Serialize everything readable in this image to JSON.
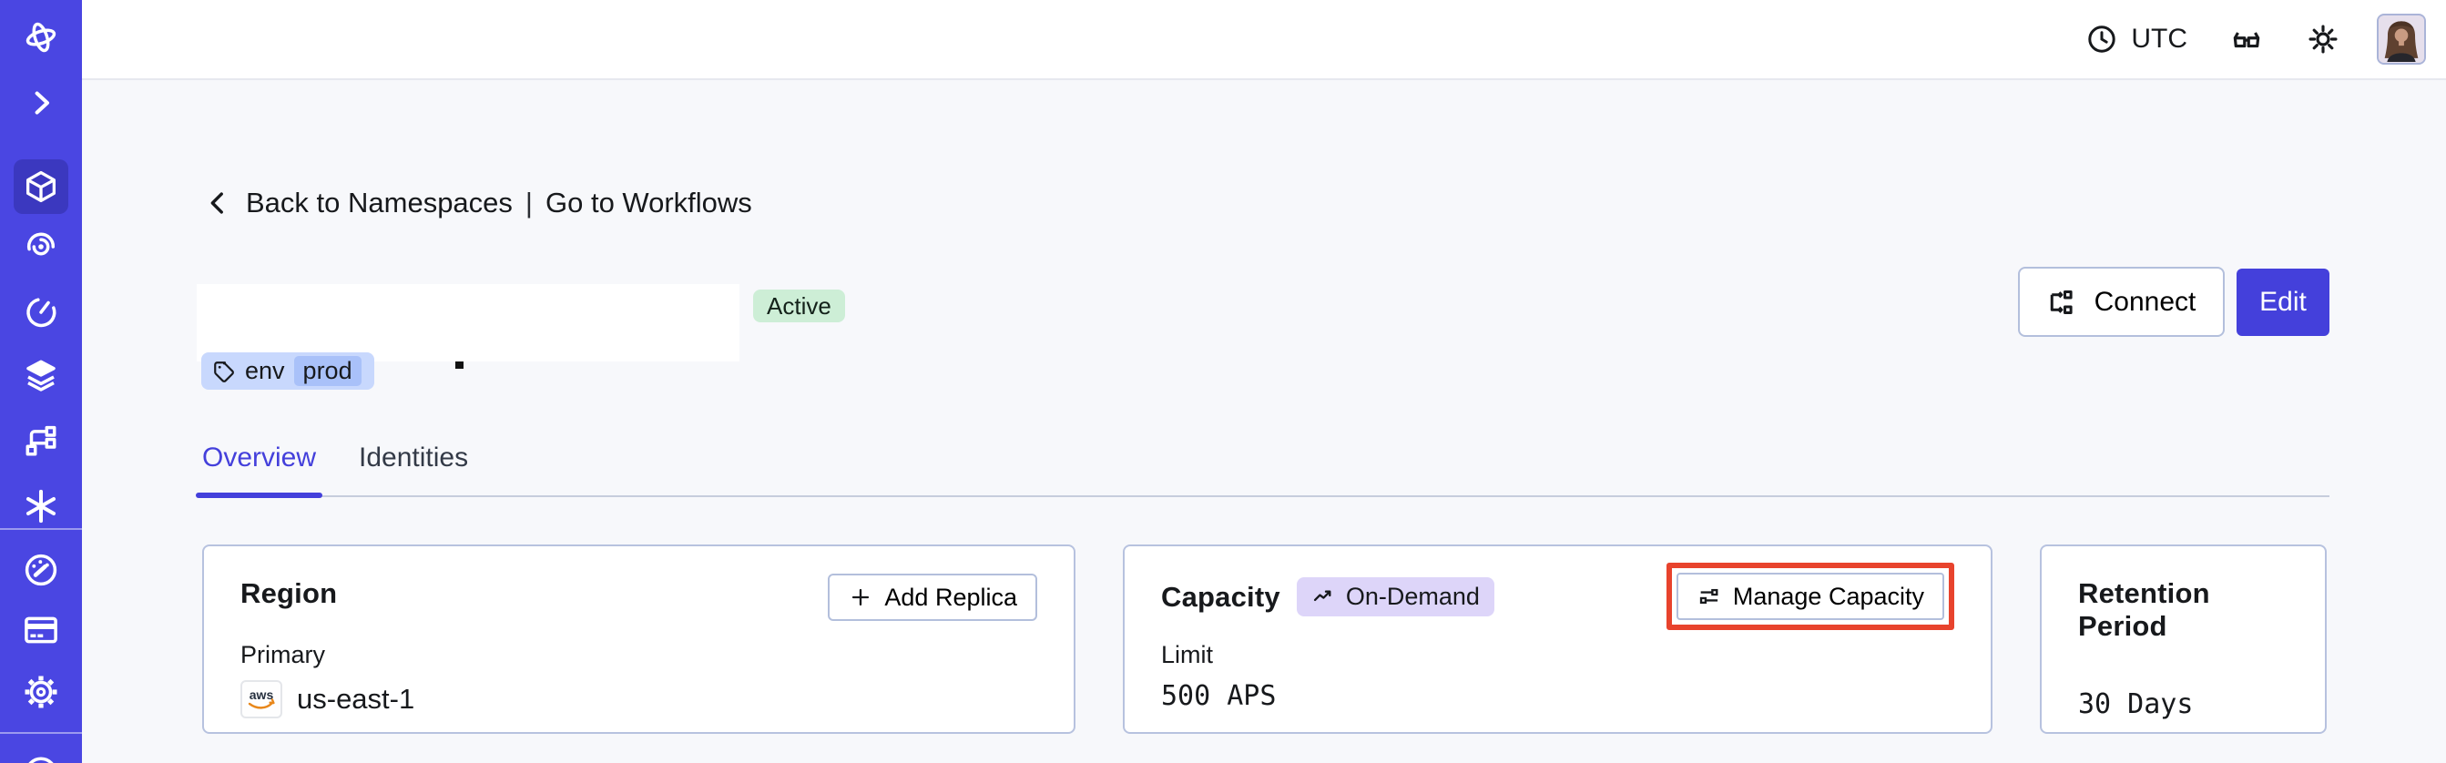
{
  "topbar": {
    "timezone": "UTC",
    "icons": [
      "clock-icon",
      "glasses-icon",
      "sun-icon",
      "avatar"
    ]
  },
  "sidebar": {
    "items": [
      {
        "name": "temporal-logo"
      },
      {
        "name": "expand-chevron"
      },
      {
        "name": "namespaces",
        "active": true
      },
      {
        "name": "workflows"
      },
      {
        "name": "schedules"
      },
      {
        "name": "deployments"
      },
      {
        "name": "batch-operations"
      },
      {
        "name": "nexus"
      },
      {
        "name": "usage"
      },
      {
        "name": "billing"
      },
      {
        "name": "settings"
      },
      {
        "name": "account-partial"
      }
    ]
  },
  "breadcrumb": {
    "back_label": "Back to Namespaces",
    "separator": "|",
    "forward_label": "Go to Workflows"
  },
  "header": {
    "status": "Active",
    "tag_key": "env",
    "tag_value": "prod"
  },
  "actions": {
    "connect_label": "Connect",
    "edit_label": "Edit"
  },
  "tabs": [
    {
      "label": "Overview",
      "active": true
    },
    {
      "label": "Identities",
      "active": false
    }
  ],
  "cards": {
    "region": {
      "title": "Region",
      "action_label": "Add Replica",
      "field_label": "Primary",
      "provider": "aws",
      "value": "us-east-1"
    },
    "capacity": {
      "title": "Capacity",
      "badge": "On-Demand",
      "action_label": "Manage Capacity",
      "action_highlighted": true,
      "field_label": "Limit",
      "value": "500 APS"
    },
    "retention": {
      "title": "Retention Period",
      "value": "30 Days"
    }
  },
  "colors": {
    "sidebar": "#4a46e2",
    "sidebarActive": "#3b38bf",
    "accent": "#4440db",
    "highlight": "#e8432d",
    "pageBg": "#f7f8fb",
    "statusBg": "#cdeed6",
    "lavenderBg": "#ddd5f9",
    "tagBg": "#c8d8fd",
    "tagChip": "#a9c1f9",
    "awsOrange": "#e8871a"
  }
}
